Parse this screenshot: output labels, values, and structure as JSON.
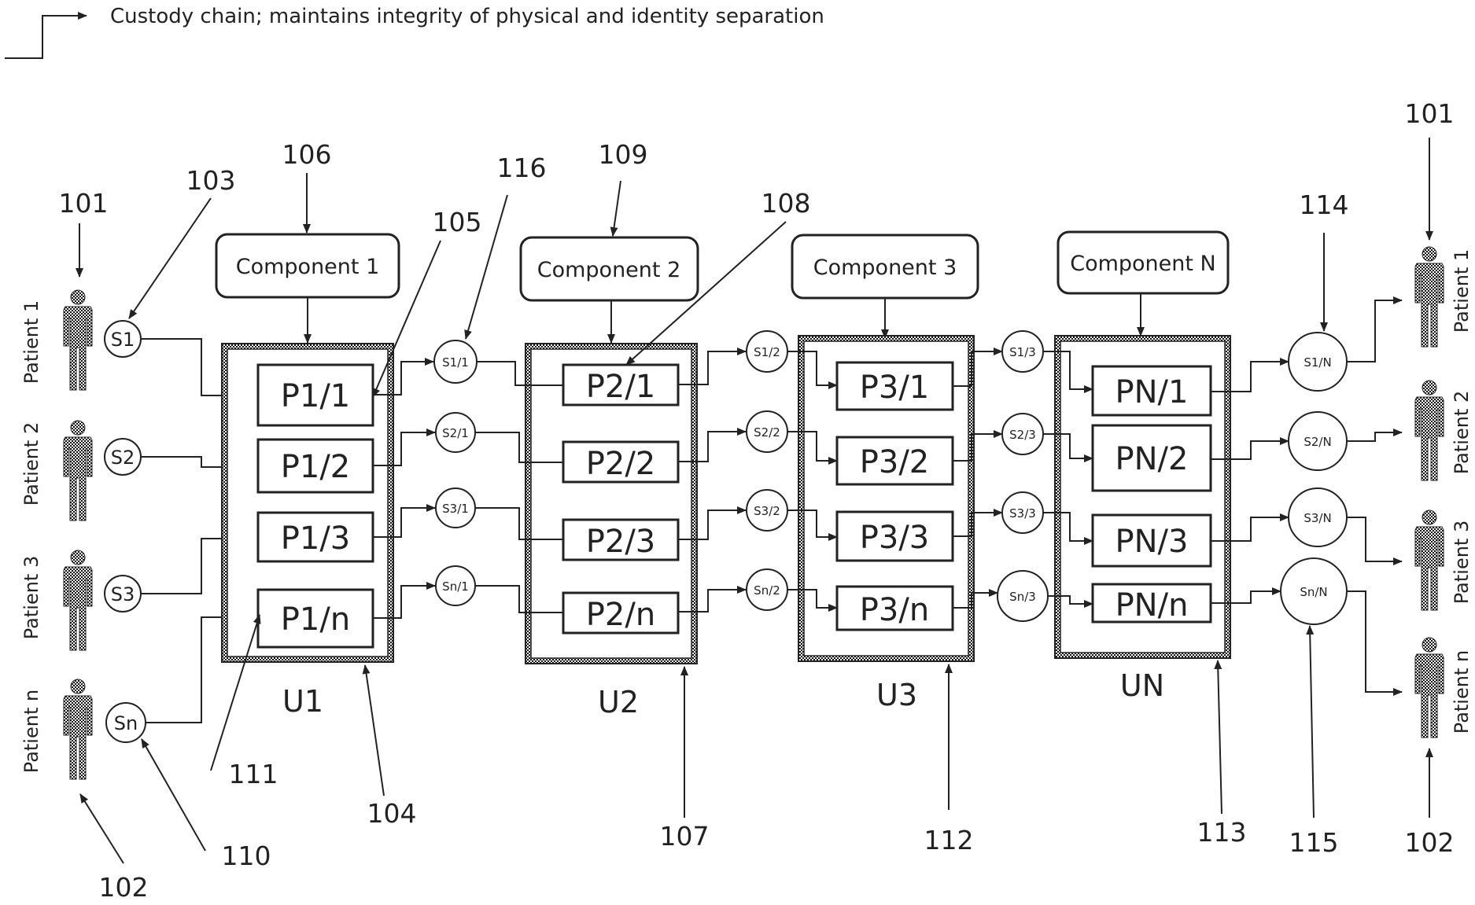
{
  "legend": {
    "text": "Custody chain; maintains integrity of physical and identity separation"
  },
  "patients": [
    "Patient 1",
    "Patient 2",
    "Patient 3",
    "Patient n"
  ],
  "start_samples": [
    "S1",
    "S2",
    "S3",
    "Sn"
  ],
  "components": [
    "Component 1",
    "Component 2",
    "Component 3",
    "Component N"
  ],
  "units": [
    {
      "label": "U1",
      "parts": [
        "P1/1",
        "P1/2",
        "P1/3",
        "P1/n"
      ],
      "samples": [
        "S1/1",
        "S2/1",
        "S3/1",
        "Sn/1"
      ]
    },
    {
      "label": "U2",
      "parts": [
        "P2/1",
        "P2/2",
        "P2/3",
        "P2/n"
      ],
      "samples": [
        "S1/2",
        "S2/2",
        "S3/2",
        "Sn/2"
      ]
    },
    {
      "label": "U3",
      "parts": [
        "P3/1",
        "P3/2",
        "P3/3",
        "P3/n"
      ],
      "samples": [
        "S1/3",
        "S2/3",
        "S3/3",
        "Sn/3"
      ]
    },
    {
      "label": "UN",
      "parts": [
        "PN/1",
        "PN/2",
        "PN/3",
        "PN/n"
      ],
      "samples": [
        "S1/N",
        "S2/N",
        "S3/N",
        "Sn/N"
      ]
    }
  ],
  "refs": [
    "101",
    "102",
    "103",
    "104",
    "105",
    "106",
    "107",
    "108",
    "109",
    "110",
    "111",
    "112",
    "113",
    "114",
    "115",
    "116",
    "101",
    "102"
  ],
  "colors": {
    "ink": "#222222",
    "background": "#ffffff"
  },
  "icons": [
    "person-icon",
    "arrow-icon"
  ]
}
